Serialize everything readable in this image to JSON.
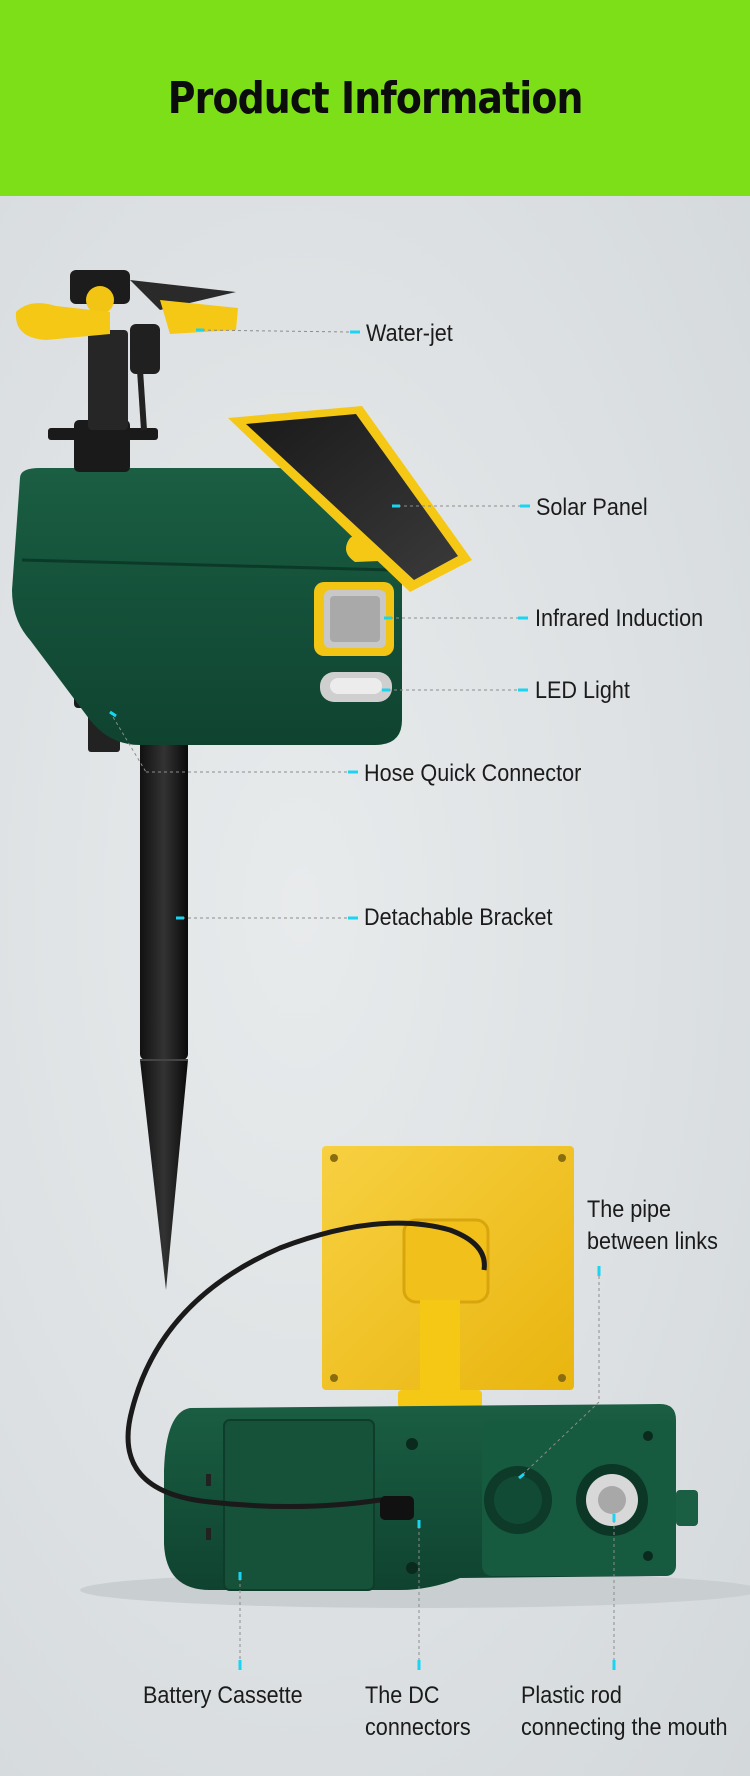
{
  "header": {
    "title": "Product Information"
  },
  "colors": {
    "header_bg": "#7ddf17",
    "body_green": "#13513a",
    "accent_yellow": "#f5c816",
    "leader_cyan": "#19d5f2"
  },
  "labels": {
    "water_jet": "Water-jet",
    "solar_panel": "Solar Panel",
    "infrared": "Infrared Induction",
    "led": "LED Light",
    "hose": "Hose Quick Connector",
    "bracket": "Detachable Bracket",
    "pipe_line1": "The pipe",
    "pipe_line2": "between links",
    "battery": "Battery Cassette",
    "dc_line1": "The DC",
    "dc_line2": "connectors",
    "rod_line1": "Plastic rod",
    "rod_line2": "connecting the mouth"
  }
}
